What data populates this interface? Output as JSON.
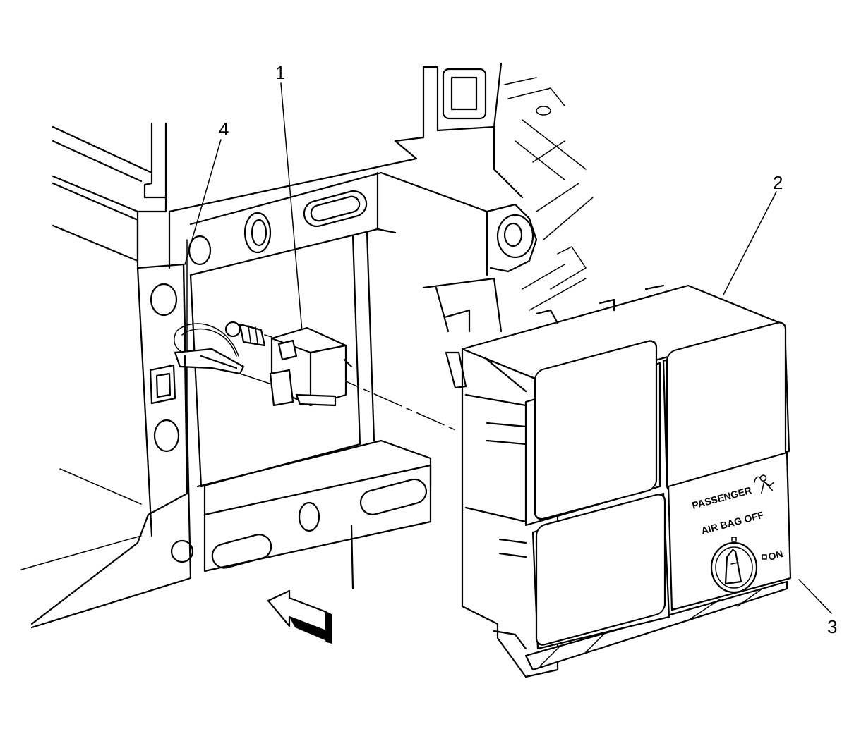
{
  "callouts": [
    {
      "id": "1",
      "label": "1"
    },
    {
      "id": "2",
      "label": "2"
    },
    {
      "id": "3",
      "label": "3"
    },
    {
      "id": "4",
      "label": "4"
    }
  ],
  "switch_panel": {
    "passenger_label": "PASSENGER",
    "airbag_label": "AIR BAG OFF",
    "on_label": "ON",
    "airbag_icon": "airbag-person-icon",
    "key_icon": "key-cylinder-icon"
  },
  "direction_arrow_icon": "direction-arrow-icon"
}
